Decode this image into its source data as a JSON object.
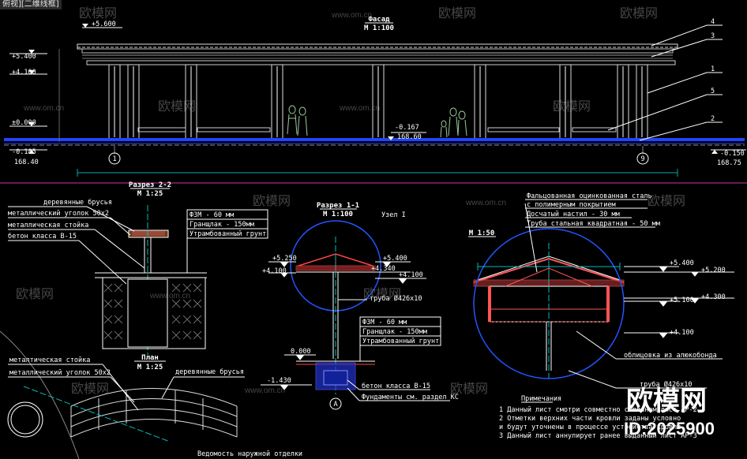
{
  "viewport_tab": "俯视][二维线框]",
  "watermark": {
    "brand": "欧模网",
    "url": "www.om.cn"
  },
  "big_watermark": {
    "brand": "欧模网",
    "id": "ID:2025900"
  },
  "facade": {
    "title": "Фасад",
    "scale": "М 1:100",
    "levels": [
      "+5.600",
      "+5.400",
      "+4.100",
      "±0.000",
      "-0.185",
      "168.40",
      "-0.167",
      "168.60",
      "-0.150",
      "168.75"
    ],
    "callouts": [
      "4",
      "3",
      "1",
      "5",
      "2"
    ],
    "axes": [
      "1",
      "9"
    ]
  },
  "section22": {
    "title": "Разрез 2-2",
    "scale": "М 1:25",
    "labels": [
      "деревянные брусья",
      "металлический уголок 50x2",
      "металлическая стойка",
      "бетон класса В-15"
    ],
    "layers": [
      "ФЗМ - 60 мм",
      "Гранщлак - 150мм",
      "Утрамбованный грунт"
    ]
  },
  "plan": {
    "title": "План",
    "scale": "М 1:25",
    "labels": [
      "металтическая стойка",
      "металлический уголок 50x2",
      "деревянные брусья"
    ]
  },
  "section11": {
    "title": "Разрез 1-1",
    "scale": "М 1:100",
    "node": "Узел I",
    "levels": [
      "+5.250",
      "+4.100",
      "+5.400",
      "+4.340",
      "+4.100",
      "0.000",
      "-1.430"
    ],
    "pipe": "труба Ø426x10",
    "layers": [
      "ФЗМ - 60 мм",
      "Гранщлак - 150мм",
      "Утрамбованный грунт"
    ],
    "concrete": "бетон класса В-15",
    "foundation": "Фундаменты см. раздел КС",
    "axis": "А"
  },
  "node1": {
    "scale": "М 1:50",
    "roof": [
      "Фальцованная оцинкованная сталь",
      "с полимерным покрытием",
      "Досчатый настил - 30 мм",
      "Труба стальная квадратная - 50 мм"
    ],
    "levels": [
      "+5.400",
      "+5.200",
      "+5.100",
      "+4.300",
      "+4.100"
    ],
    "cladding": "облицовка из алюкобонда",
    "pipe": "труба Ø426x10"
  },
  "notes": {
    "title": "Примечания",
    "items": [
      "1 Данный лист смотри совместно с планом  лист АР-2",
      "2 Отметки верхних части кровли заданы условно",
      "  и будут уточнены в процессе устройства кровли",
      "3 Данный лист аннулирует ранее выданный лист АР-3"
    ]
  },
  "footer": "Ведомость наружной отделки"
}
